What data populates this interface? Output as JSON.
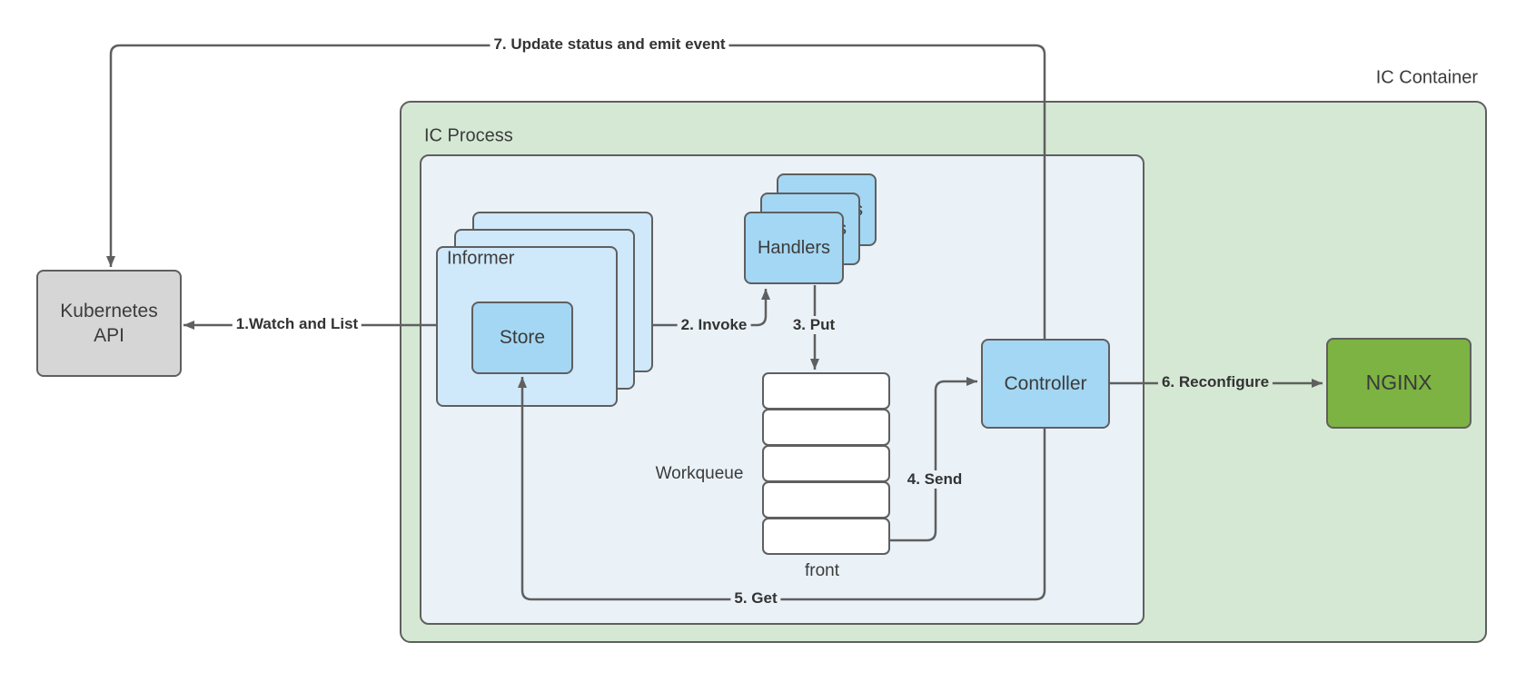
{
  "diagram": {
    "container_label": "IC Container",
    "process_label": "IC Process",
    "nodes": {
      "kubernetes_api": "Kubernetes API",
      "informer": "Informer",
      "store": "Store",
      "handlers": "Handlers",
      "workqueue_label": "Workqueue",
      "front_label": "front",
      "controller": "Controller",
      "nginx": "NGINX"
    },
    "edge_labels": {
      "watch_and_list": "1.Watch and List",
      "invoke": "2. Invoke",
      "put": "3. Put",
      "send": "4. Send",
      "get": "5. Get",
      "reconfigure": "6. Reconfigure",
      "update_status": "7. Update status and emit event"
    },
    "colors": {
      "container_fill": "#d5e8d4",
      "process_fill": "#eaf2f8",
      "informer_fill": "#cfe8fa",
      "component_fill": "#a4d7f3",
      "nginx_fill": "#7cb342",
      "api_fill": "#d6d6d6",
      "stroke": "#5f5f5f",
      "text": "#3b3b3b"
    }
  }
}
